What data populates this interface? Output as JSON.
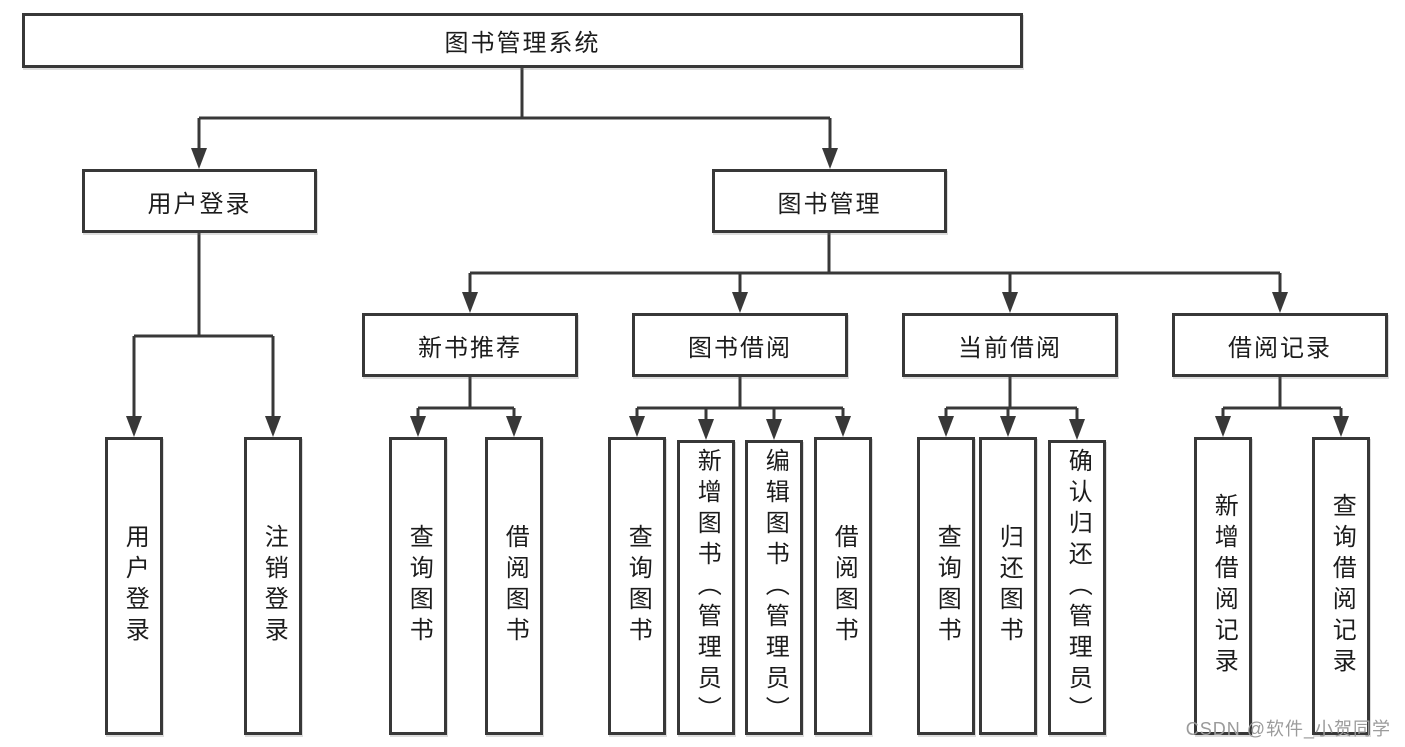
{
  "diagram": {
    "type": "tree-diagram",
    "colors": {
      "line": "#383838",
      "box_border": "#383838",
      "box_fill": "#ffffff",
      "text": "#1c1c1c",
      "watermark": "#9b9b9b",
      "background": "#ffffff"
    },
    "nodes": {
      "root": {
        "label": "图书管理系统"
      },
      "level2": [
        {
          "label": "用户登录"
        },
        {
          "label": "图书管理"
        }
      ],
      "level3": [
        {
          "label": "新书推荐",
          "parent": "图书管理"
        },
        {
          "label": "图书借阅",
          "parent": "图书管理"
        },
        {
          "label": "当前借阅",
          "parent": "图书管理"
        },
        {
          "label": "借阅记录",
          "parent": "图书管理"
        }
      ],
      "leaves": [
        {
          "label": "用户登录",
          "parent": "用户登录"
        },
        {
          "label": "注销登录",
          "parent": "用户登录"
        },
        {
          "label": "查询图书",
          "parent": "新书推荐"
        },
        {
          "label": "借阅图书",
          "parent": "新书推荐"
        },
        {
          "label": "查询图书",
          "parent": "图书借阅"
        },
        {
          "label": "新增图书（管理员）",
          "parent": "图书借阅"
        },
        {
          "label": "编辑图书（管理员）",
          "parent": "图书借阅"
        },
        {
          "label": "借阅图书",
          "parent": "图书借阅"
        },
        {
          "label": "查询图书",
          "parent": "当前借阅"
        },
        {
          "label": "归还图书",
          "parent": "当前借阅"
        },
        {
          "label": "确认归还（管理员）",
          "parent": "当前借阅"
        },
        {
          "label": "新增借阅记录",
          "parent": "借阅记录"
        },
        {
          "label": "查询借阅记录",
          "parent": "借阅记录"
        }
      ]
    },
    "watermark": "CSDN @软件_小贺同学"
  }
}
